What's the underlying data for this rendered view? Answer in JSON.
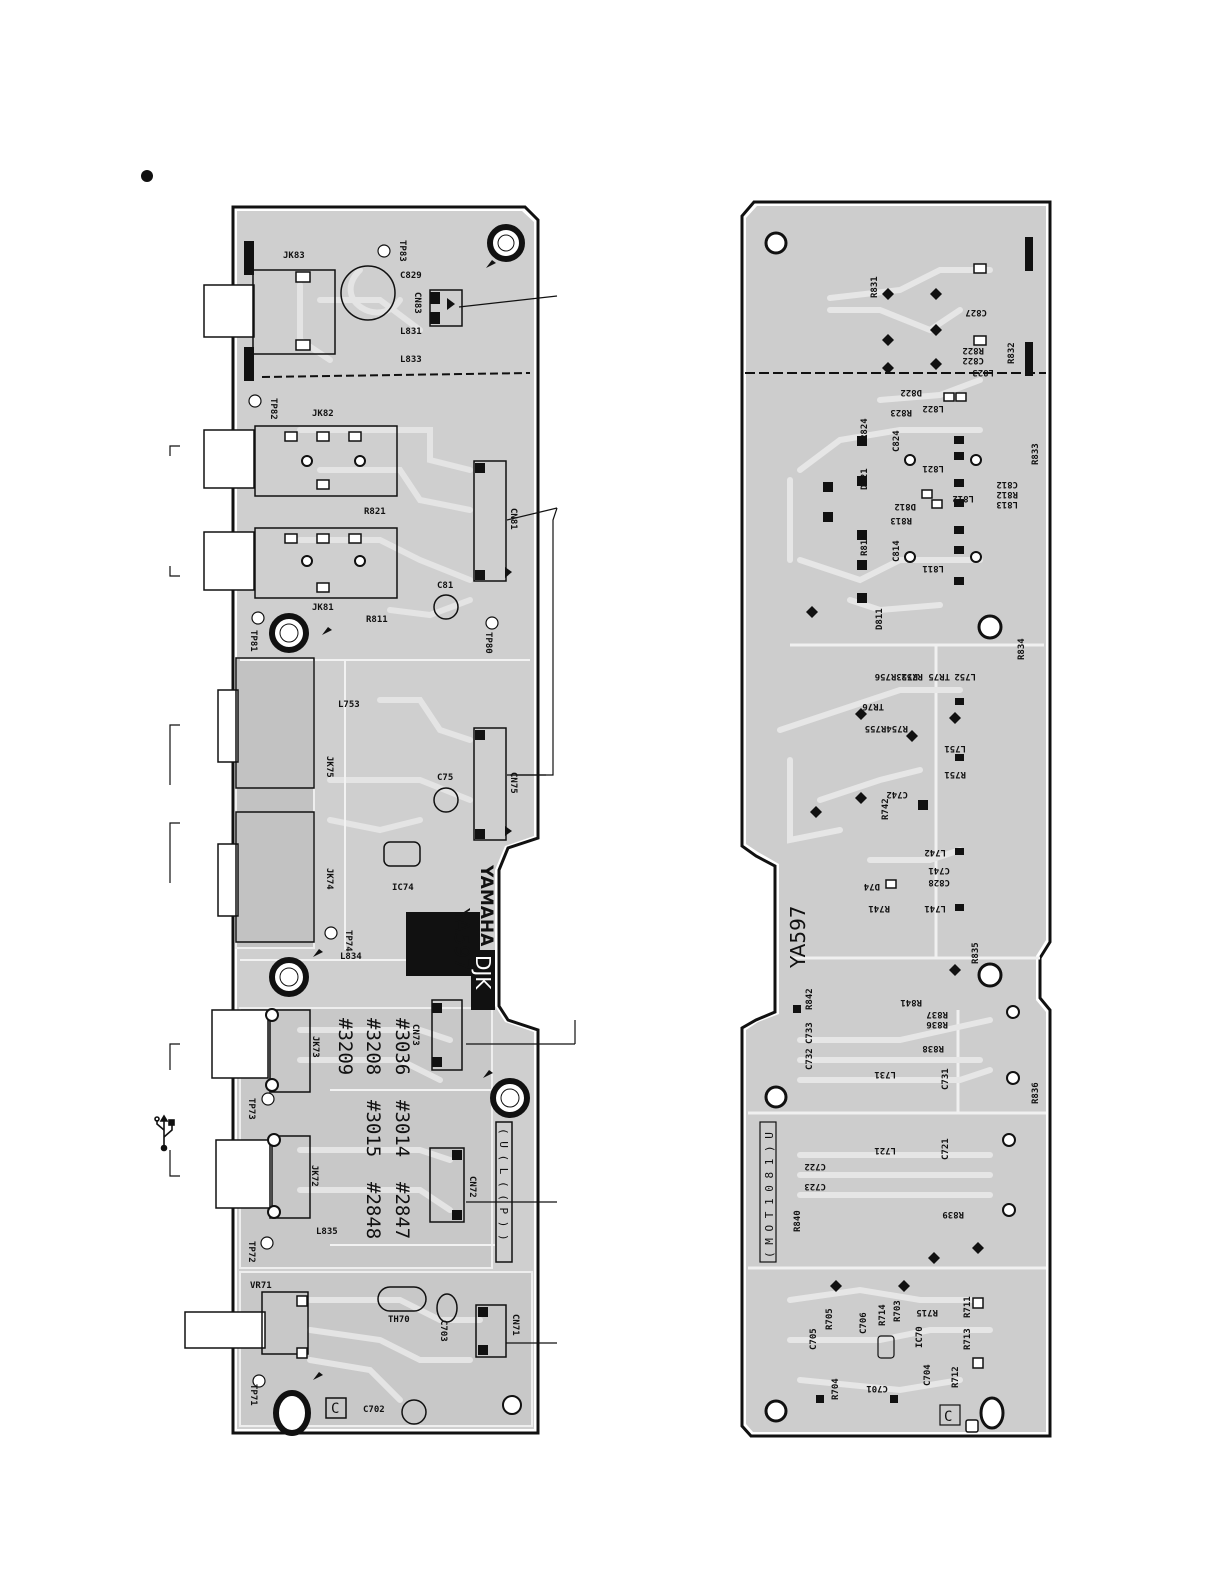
{
  "component_side": {
    "brand": "YAMAHA",
    "model": "YA597",
    "board": "DJK",
    "section_mark": "C",
    "pcb_numbers": [
      "#3036",
      "#3208",
      "#3209",
      "#3014",
      "#3015",
      "#2847",
      "#2848"
    ],
    "side_text": "( U ( L ( ( P ) )",
    "labels": {
      "jk83": "JK83",
      "tp83": "TP83",
      "c829": "C829",
      "cn83": "CN83",
      "l831": "L831",
      "l833": "L833",
      "tp82": "TP82",
      "jk82": "JK82",
      "r821": "R821",
      "cn81": "CN81",
      "c81": "C81",
      "r811": "R811",
      "jk81": "JK81",
      "tp81": "TP81",
      "tp80": "TP80",
      "l753": "L753",
      "jk75": "JK75",
      "c75": "C75",
      "cn75": "CN75",
      "jk74": "JK74",
      "ic74": "IC74",
      "tp74": "TP74",
      "l834": "L834",
      "cn73": "CN73",
      "jk73": "JK73",
      "tp73": "TP73",
      "jk72": "JK72",
      "cn72": "CN72",
      "l835": "L835",
      "tp72": "TP72",
      "vr71": "VR71",
      "th70": "TH70",
      "c703": "C703",
      "cn71": "CN71",
      "c702": "C702",
      "tp71": "TP71"
    }
  },
  "solder_side": {
    "model": "YA597",
    "section_mark": "C",
    "side_text": "( M O T 1 0 8 1 ) U",
    "labels": {
      "r831": "R831",
      "c827": "C827",
      "r832": "R832",
      "r822": "R822",
      "c822": "C822",
      "l823": "L823",
      "d822": "D822",
      "l822": "L822",
      "r823": "R823",
      "r824": "R824",
      "c824": "C824",
      "r833": "R833",
      "l821": "L821",
      "d821": "D821",
      "c812": "C812",
      "r812": "R812",
      "l813": "L813",
      "l812": "L812",
      "d812": "D812",
      "r813": "R813",
      "r814": "R814",
      "c814": "C814",
      "l811": "L811",
      "d811": "D811",
      "r834": "R834",
      "r756": "R753R756",
      "tr75": "TR75 R752",
      "l752": "L752",
      "tr76": "TR76",
      "r754": "R754R755",
      "l751": "L751",
      "r751": "R751",
      "r742": "R742",
      "c742": "C742",
      "l742": "L742",
      "c741": "C741",
      "c828": "C828",
      "d74": "D74",
      "r741": "R741",
      "l741": "L741",
      "r835": "R835",
      "r842": "R842",
      "r841": "R841",
      "r837": "R837",
      "c733": "C733",
      "r836": "R836",
      "c732": "C732",
      "r838": "R838",
      "l731": "L731",
      "c731": "C731",
      "r836b": "R836",
      "l721": "L721",
      "c721": "C721",
      "c722": "C722",
      "c723": "C723",
      "r840": "R840",
      "r839": "R839",
      "r705": "R705",
      "c706": "C706",
      "r714": "R714",
      "r703": "R703",
      "r715": "R715",
      "r711": "R711",
      "c705": "C705",
      "ic70": "IC70",
      "r713": "R713",
      "r704": "R704",
      "c701": "C701",
      "c704": "C704",
      "r712": "R712"
    }
  },
  "icons": [
    "bullet-dot-icon",
    "usb-symbol-icon"
  ]
}
